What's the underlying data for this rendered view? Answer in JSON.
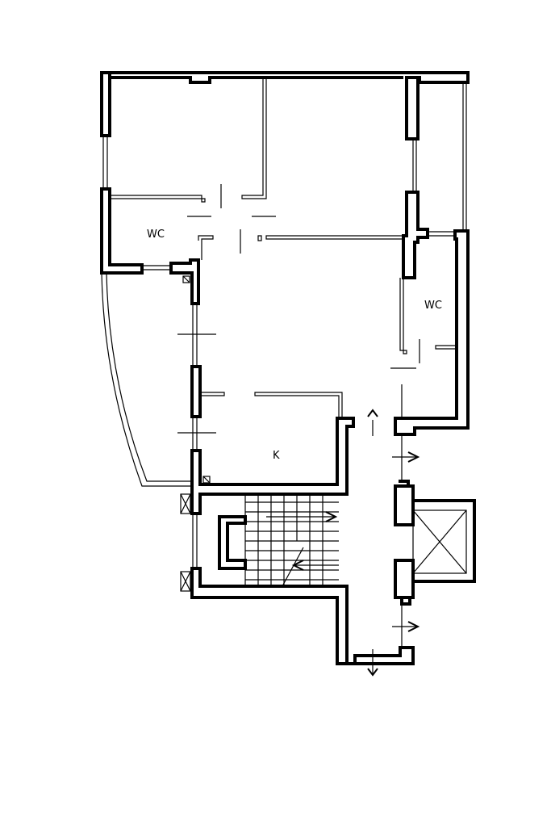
{
  "rooms": {
    "wc_left": "WC",
    "wc_right": "WC",
    "kitchen": "K"
  },
  "colors": {
    "line": "#000000",
    "background": "#ffffff"
  }
}
